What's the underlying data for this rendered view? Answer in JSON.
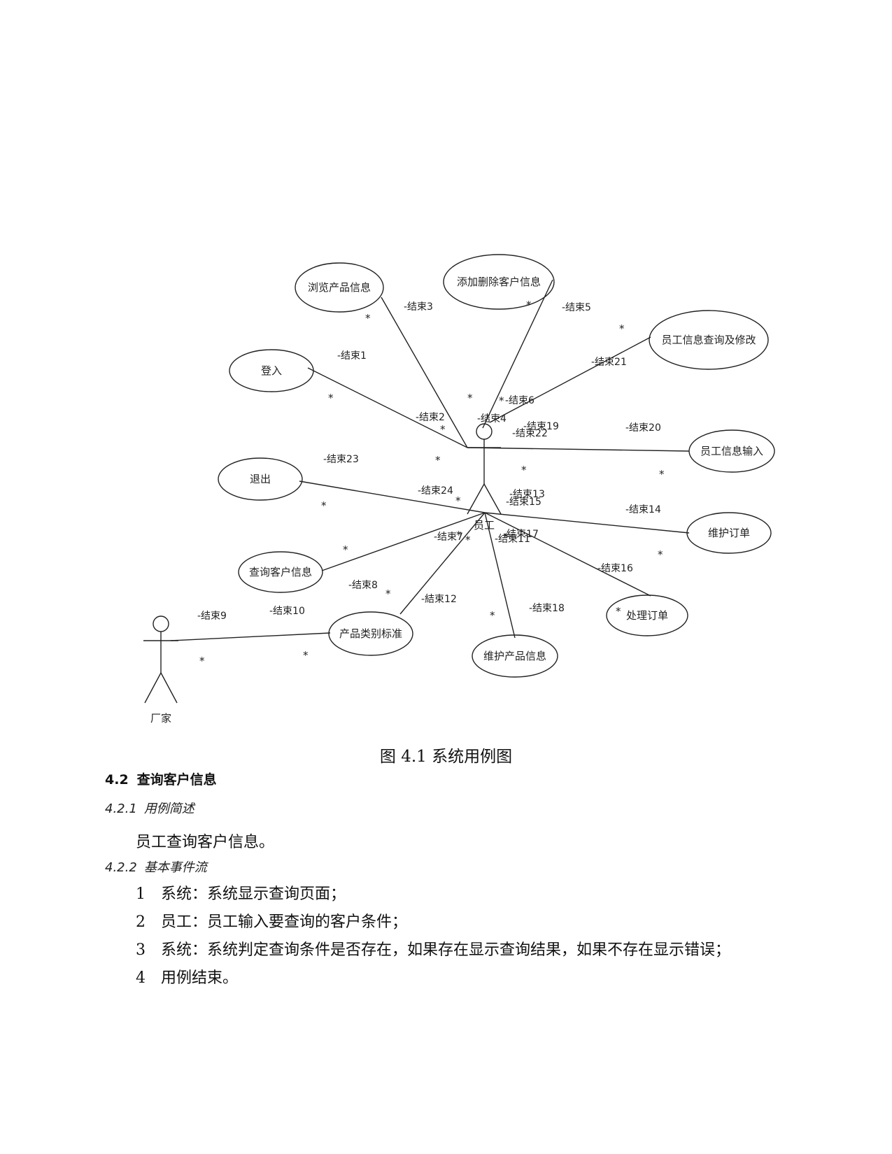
{
  "diagram": {
    "actors": {
      "employee": "员工",
      "vendor": "厂家"
    },
    "use_cases": [
      {
        "id": "browse",
        "label": "浏览产品信息"
      },
      {
        "id": "adddel",
        "label": "添加删除客户信息"
      },
      {
        "id": "empquery",
        "label": "员工信息查询及修改"
      },
      {
        "id": "login",
        "label": "登入"
      },
      {
        "id": "empinput",
        "label": "员工信息输入"
      },
      {
        "id": "logout",
        "label": "退出"
      },
      {
        "id": "maintorder",
        "label": "维护订单"
      },
      {
        "id": "querycust",
        "label": "查询客户信息"
      },
      {
        "id": "procorder",
        "label": "处理订单"
      },
      {
        "id": "category",
        "label": "产品类别标准"
      },
      {
        "id": "maintprod",
        "label": "维护产品信息"
      }
    ],
    "role_labels": [
      "-结束1",
      "-结束2",
      "-结束3",
      "-结束4",
      "-结束5",
      "-结束6",
      "-结束7",
      "-结束8",
      "-结束9",
      "-结束10",
      "-结束11",
      "-結束12",
      "-结束13",
      "-结束14",
      "-结束15",
      "-结束16",
      "-结束17",
      "-结束18",
      "-结束19",
      "-结束20",
      "-结束21",
      "-结束22",
      "-结束23",
      "-结束24"
    ],
    "multiplicity": "*"
  },
  "caption": "图 4.1  系统用例图",
  "section": {
    "number": "4.2",
    "title": "查询客户信息"
  },
  "sub1": {
    "number": "4.2.1",
    "title": "用例简述"
  },
  "brief": "员工查询客户信息。",
  "sub2": {
    "number": "4.2.2",
    "title": "基本事件流"
  },
  "steps": [
    {
      "n": "1",
      "text": "系统：系统显示查询页面；"
    },
    {
      "n": "2",
      "text": "员工：员工输入要查询的客户条件；"
    },
    {
      "n": "3",
      "text": "系统：系统判定查询条件是否存在，如果存在显示查询结果，如果不存在显示错误；"
    },
    {
      "n": "4",
      "text": "用例结束。"
    }
  ]
}
